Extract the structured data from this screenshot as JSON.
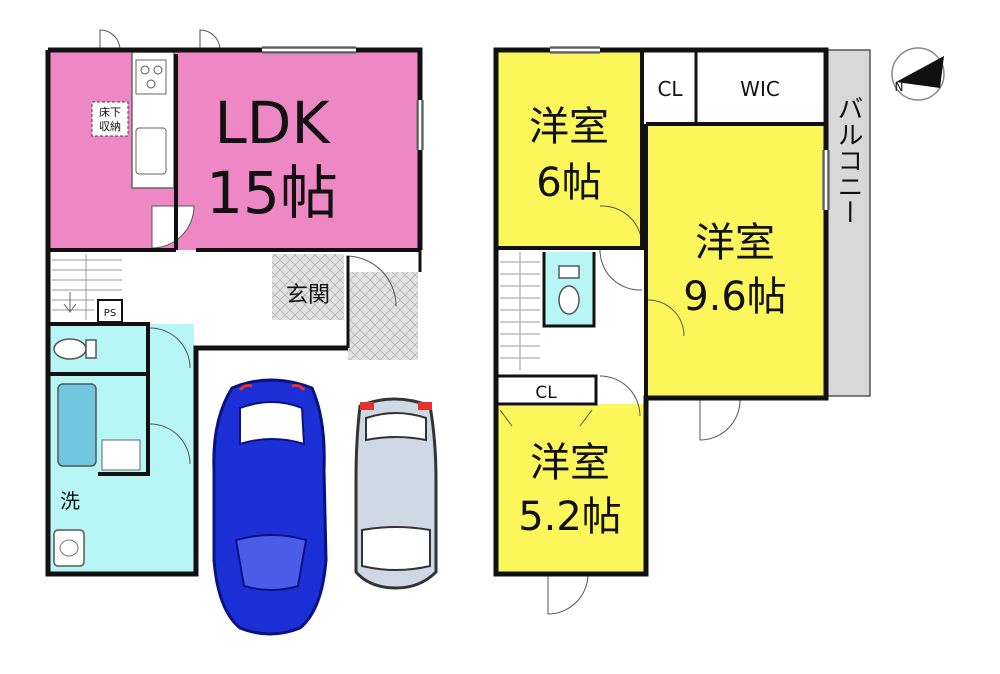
{
  "rooms": {
    "ldk_name": "LDK",
    "ldk_size": "15帖",
    "floor_storage_line1": "床下",
    "floor_storage_line2": "収納",
    "genkan": "玄関",
    "ps": "PS",
    "wash": "洗",
    "bed1_name": "洋室",
    "bed1_size": "6帖",
    "bed2_name": "洋室",
    "bed2_size": "9.6帖",
    "bed3_name": "洋室",
    "bed3_size": "5.2帖",
    "cl_top": "CL",
    "wic": "WIC",
    "cl_bottom": "CL",
    "balcony": "バルコニー"
  },
  "compass": {
    "north_label": "N"
  },
  "colors": {
    "ldk": "#ee88c4",
    "western_room": "#fbf75a",
    "wet_area": "#b8f6f6",
    "entrance_tile": "#dcdcdc",
    "balcony": "#d8d8d8",
    "car_blue": "#1c2fd6",
    "car_silver": "#cfd9e6",
    "wall": "#111111"
  }
}
